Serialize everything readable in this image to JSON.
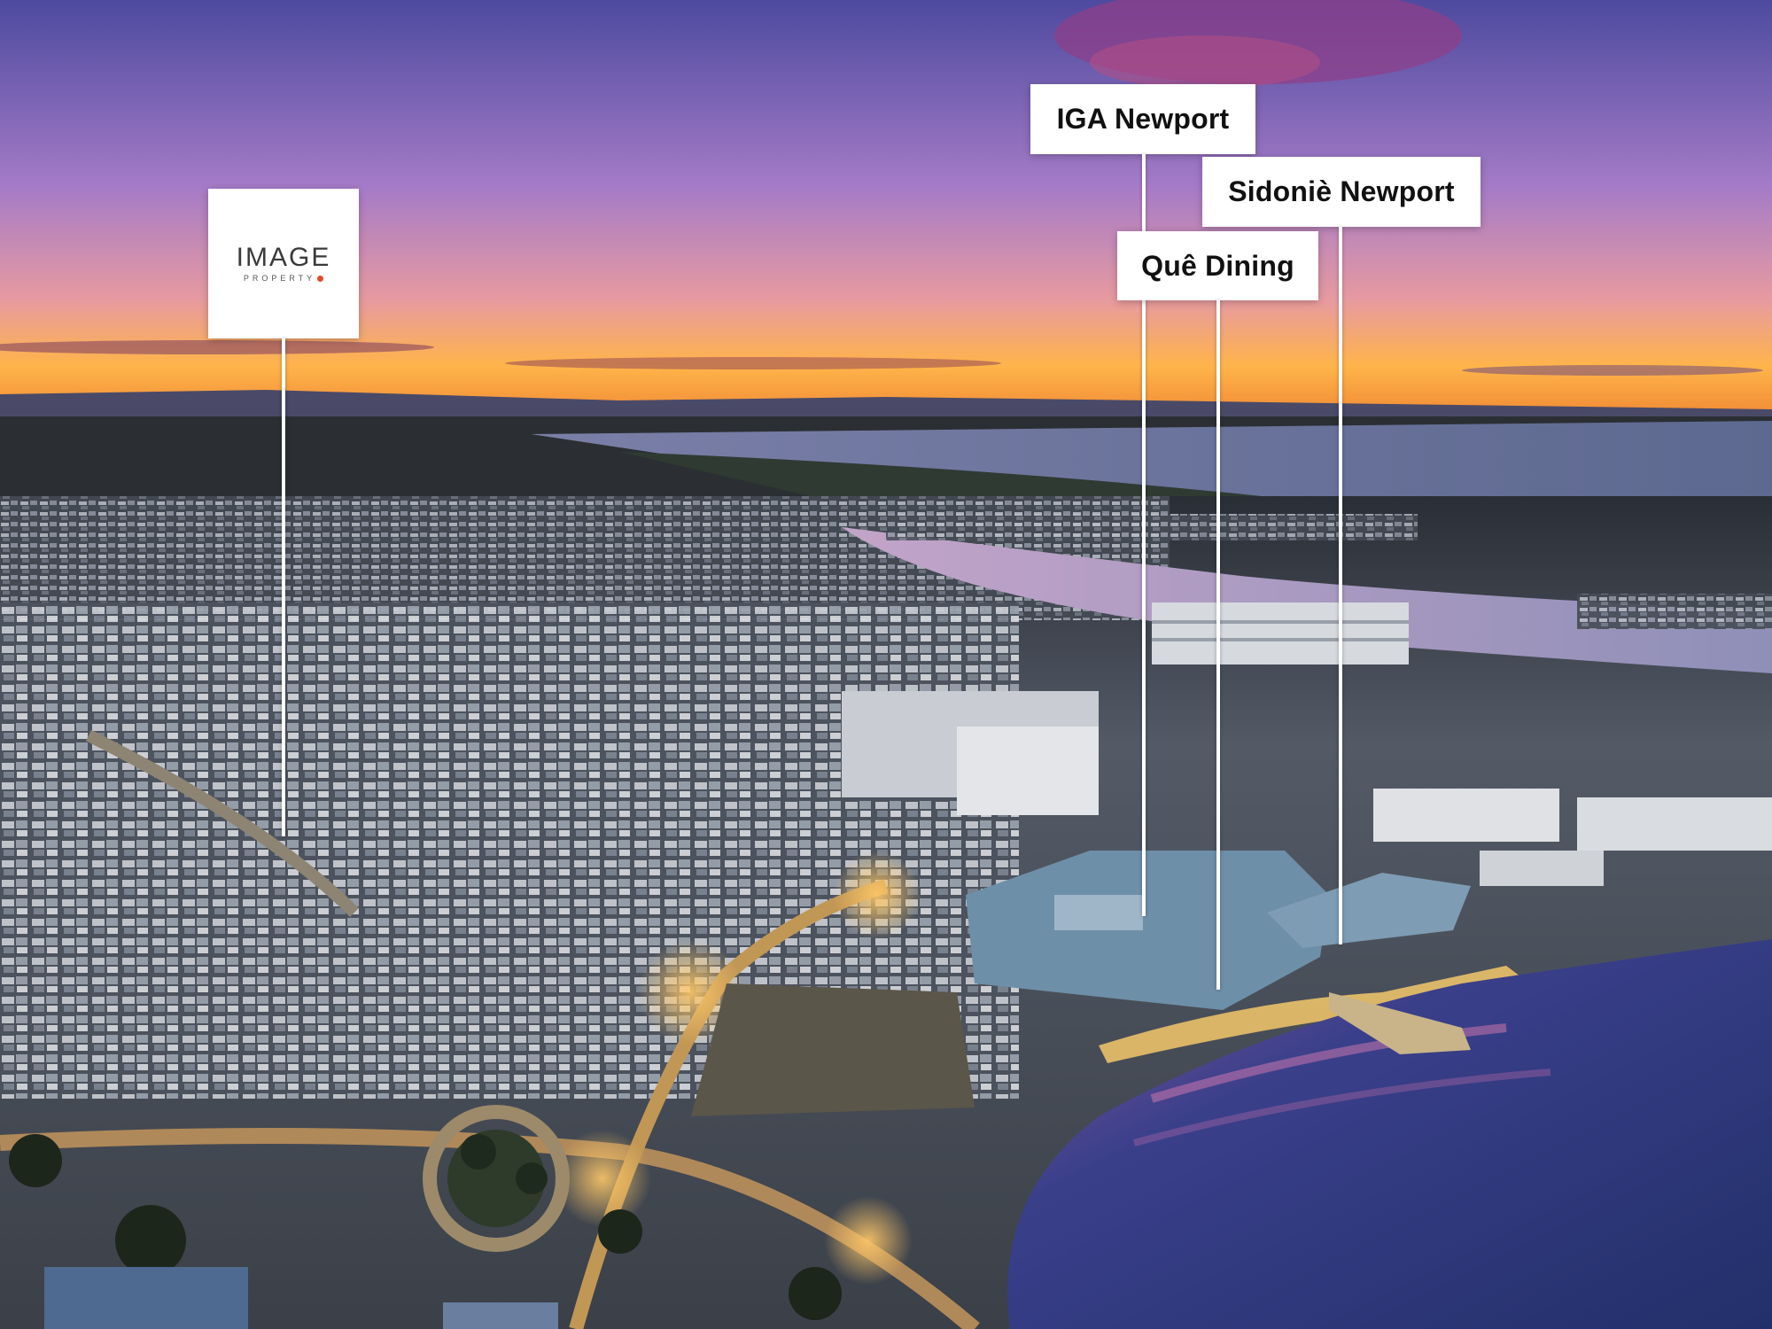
{
  "logo": {
    "main_text": "IMAGE",
    "sub_text": "PROPERTY",
    "accent_color": "#e04a2a"
  },
  "callouts": [
    {
      "label": "IGA Newport"
    },
    {
      "label": "Quê Dining"
    },
    {
      "label": "Sidoniè Newport"
    }
  ],
  "colors": {
    "sky_top": "#5a4a9e",
    "sky_mid": "#b37ac2",
    "horizon_glow": "#ffb347",
    "water": "#2a3f7a",
    "label_bg": "#ffffff",
    "leader_line": "#ffffff"
  }
}
